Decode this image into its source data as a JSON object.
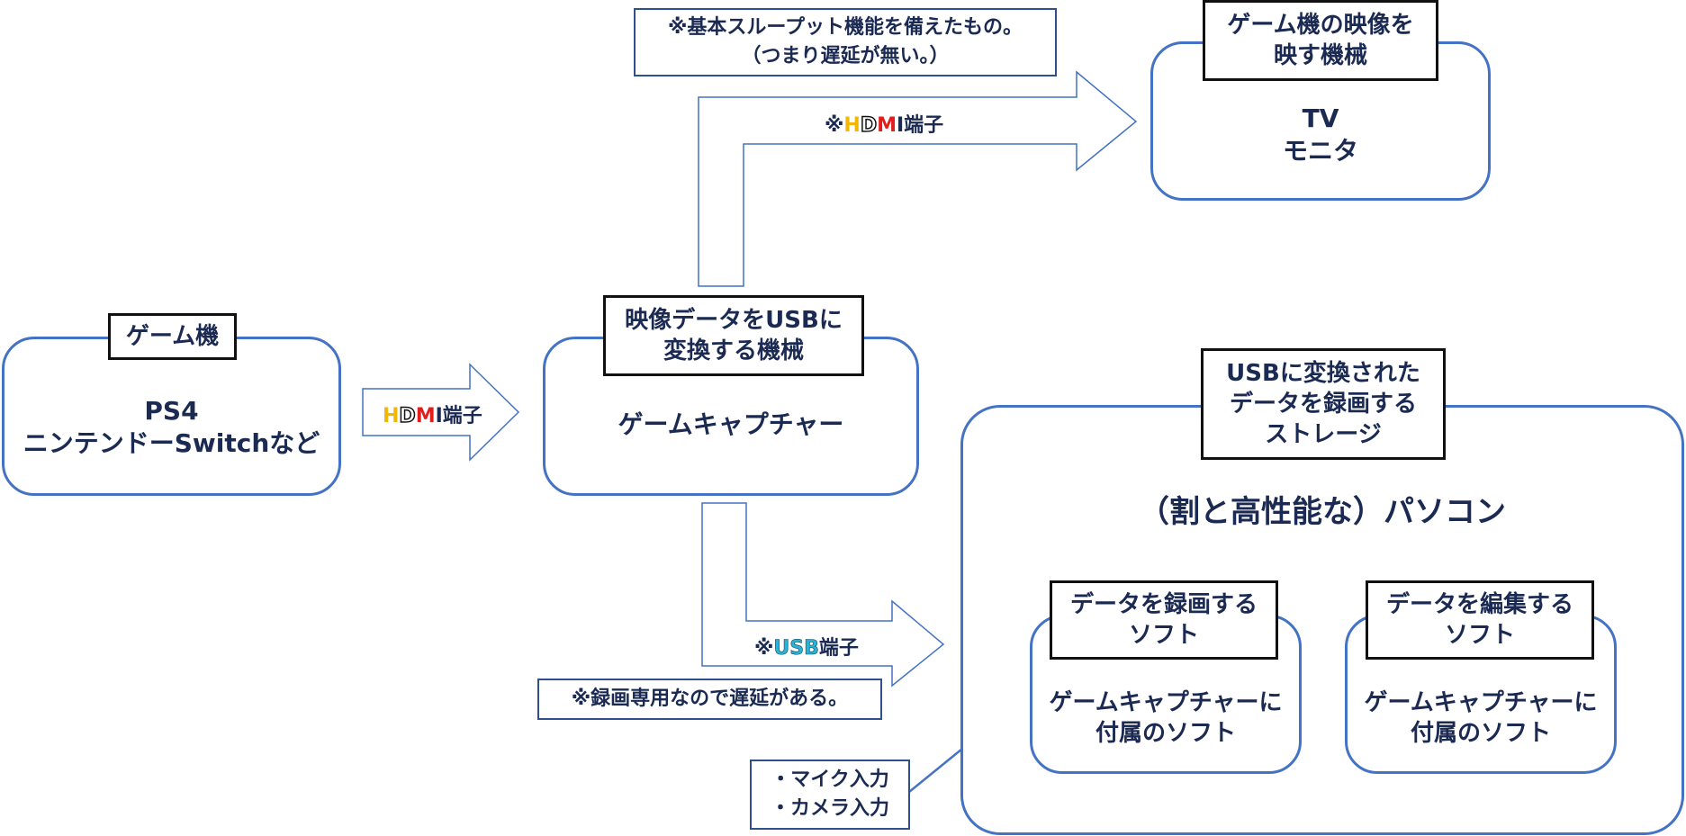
{
  "game_console": {
    "tag_label": "ゲーム機",
    "lines": [
      "PS4",
      "ニンテンドーSwitchなど"
    ]
  },
  "capture_device": {
    "tag_lines": [
      "映像データをUSBに",
      "変換する機械"
    ],
    "content": "ゲームキャプチャー"
  },
  "tv_monitor": {
    "tag_lines": [
      "ゲーム機の映像を",
      "映す機械"
    ],
    "lines": [
      "TV",
      "モニタ"
    ]
  },
  "pc": {
    "tag_lines": [
      "USBに変換された",
      "データを録画する",
      "ストレージ"
    ],
    "title": "（割と高性能な）パソコン"
  },
  "record_software": {
    "tag_lines": [
      "データを録画する",
      "ソフト"
    ],
    "lines": [
      "ゲームキャプチャーに",
      "付属のソフト"
    ]
  },
  "edit_software": {
    "tag_lines": [
      "データを編集する",
      "ソフト"
    ],
    "lines": [
      "ゲームキャプチャーに",
      "付属のソフト"
    ]
  },
  "notes": {
    "passthrough": [
      "※基本スループット機能を備えたもの。",
      "（つまり遅延が無い。）"
    ],
    "recording_delay": "※録画専用なので遅延がある。",
    "inputs": [
      "・マイク入力",
      "・カメラ入力"
    ]
  },
  "arrow_labels": {
    "hdmi_left": {
      "prefix": "",
      "letters": [
        "H",
        "D",
        "M",
        "I"
      ],
      "suffix": "端子"
    },
    "hdmi_top": {
      "prefix": "※",
      "letters": [
        "H",
        "D",
        "M",
        "I"
      ],
      "suffix": "端子"
    },
    "usb": {
      "prefix": "※",
      "usb": "USB",
      "suffix": "端子"
    }
  },
  "colors": {
    "box_border": "#4472c4",
    "text": "#1b2a52",
    "hdmi_h": "#f2b705",
    "hdmi_m": "#e31c1c",
    "usb": "#2bb3d6"
  }
}
